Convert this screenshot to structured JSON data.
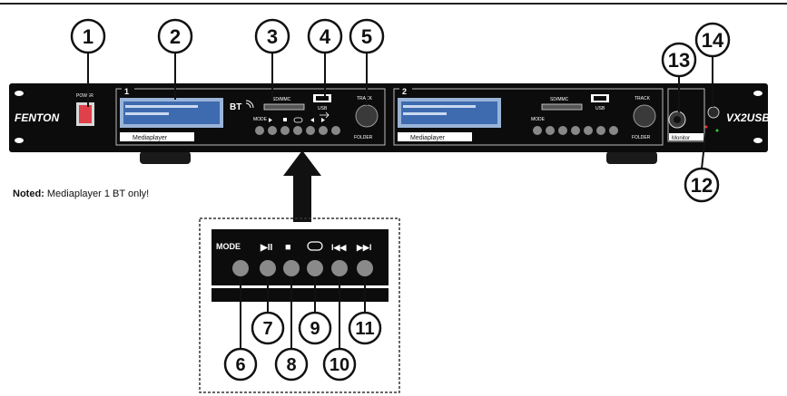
{
  "device": {
    "brand": "FENTON",
    "model": "VX2USB",
    "power_label": "POWER",
    "player1_number": "1",
    "player2_number": "2",
    "bt_label": "BT",
    "sdmmc_label": "SD/MMC",
    "usb_label": "USB",
    "track_label": "TRACK",
    "folder_label": "FOLDER",
    "mediaplayer_label": "Mediaplayer",
    "monitor_label": "Monitor",
    "mode_label": "MODE"
  },
  "note": {
    "prefix": "Noted:",
    "text": "Mediaplayer 1 BT only!"
  },
  "detail": {
    "mode_label": "MODE",
    "play_pause_symbol": "▶II",
    "stop_symbol": "■",
    "repeat_symbol": "⊂⊃",
    "prev_symbol": "I◀◀",
    "next_symbol": "▶▶I"
  },
  "callouts": [
    "1",
    "2",
    "3",
    "4",
    "5",
    "6",
    "7",
    "8",
    "9",
    "10",
    "11",
    "12",
    "13",
    "14"
  ]
}
